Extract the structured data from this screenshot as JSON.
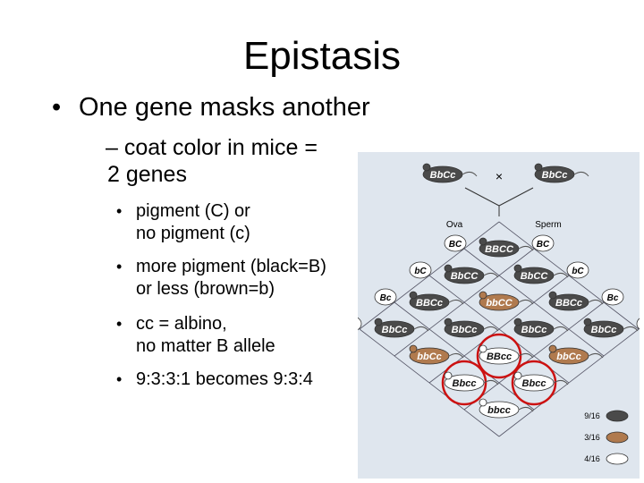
{
  "slide": {
    "title": "Epistasis",
    "bullet1": "One gene masks another",
    "sub_line1": "– coat color in mice =",
    "sub_line2": "2 genes",
    "points": [
      {
        "line1": "pigment (C) or",
        "line2": "no pigment (c)"
      },
      {
        "line1": "more pigment (black=B)",
        "line2": "or less (brown=b)"
      },
      {
        "line1": "cc = albino,",
        "line2": "no matter B allele"
      },
      {
        "line1": "9:3:3:1 becomes 9:3:4",
        "line2": ""
      }
    ]
  },
  "figure": {
    "parent_left": "BbCc",
    "parent_right": "BbCc",
    "cross_symbol": "×",
    "ova_label": "Ova",
    "sperm_label": "Sperm",
    "gametes_ova": [
      "BC",
      "bC",
      "Bc",
      "bc"
    ],
    "gametes_sperm": [
      "BC",
      "bC",
      "Bc",
      "bc"
    ],
    "grid_genotypes": [
      "BBCC",
      "BbCC",
      "BbCC",
      "BBCc",
      "bbCC",
      "BBCc",
      "BbCc",
      "BbCc",
      "BbCc",
      "BbCc",
      "bbCc",
      "BBcc",
      "bbCc",
      "Bbcc",
      "Bbcc",
      "bbcc"
    ],
    "ratio_labels": [
      "9/16",
      "3/16",
      "4/16"
    ],
    "colors": {
      "black": "#4a4a4a",
      "brown": "#b07a4e",
      "albino": "#ffffff",
      "circle": "#cc1111",
      "panel": "#dfe6ee"
    }
  }
}
